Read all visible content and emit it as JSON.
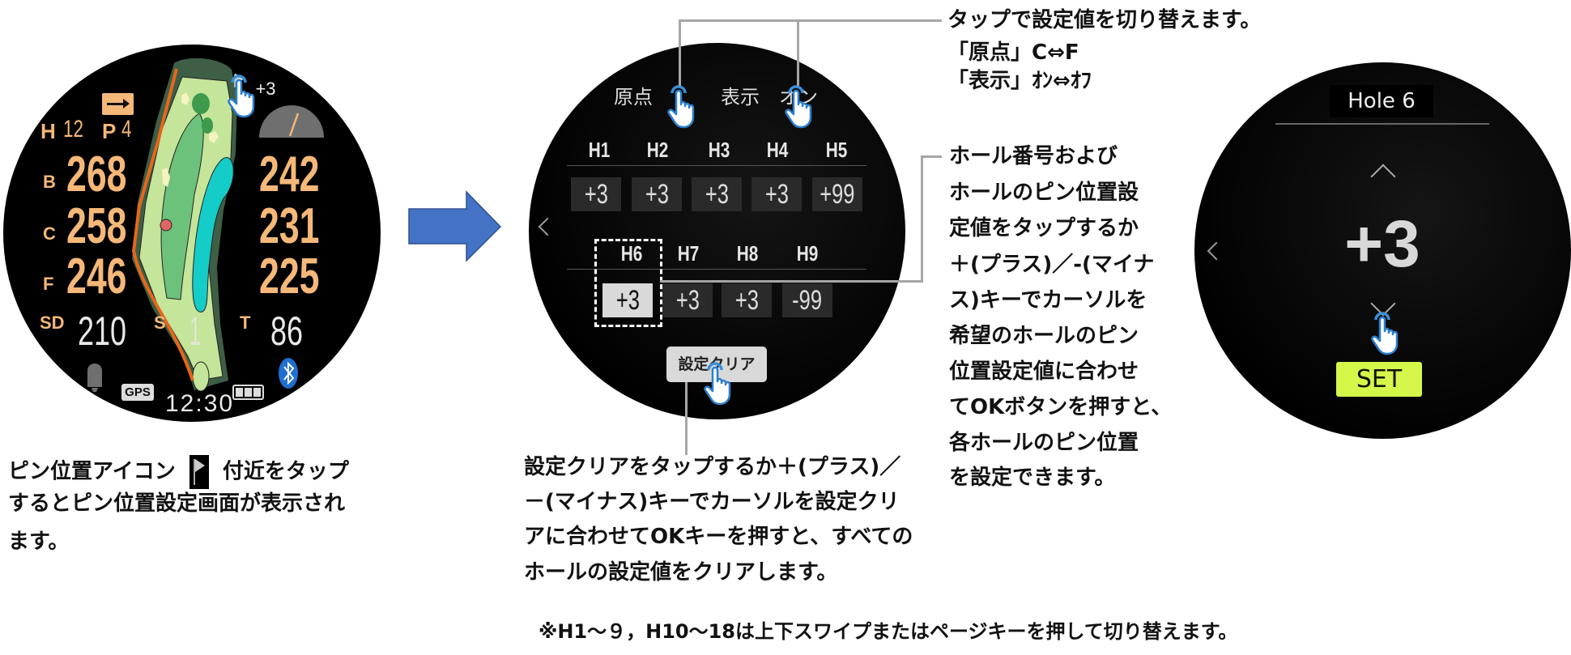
{
  "left_watch": {
    "hole_label": "H",
    "hole": "12",
    "par_label": "P",
    "par": "4",
    "flag_value": "+3",
    "rows": [
      {
        "label": "B",
        "left": "268",
        "right": "242"
      },
      {
        "label": "C",
        "left": "258",
        "right": "231"
      },
      {
        "label": "F",
        "left": "246",
        "right": "225"
      }
    ],
    "sd_label": "SD",
    "sd": "210",
    "s_label": "S",
    "s": "1",
    "t_label": "T",
    "t": "86",
    "gps": "GPS",
    "time": "12:30"
  },
  "middle_watch": {
    "origin_label": "原点",
    "display_label": "表示",
    "display_value": "オン",
    "row1": {
      "holes": [
        "H1",
        "H2",
        "H3",
        "H4",
        "H5"
      ],
      "values": [
        "+3",
        "+3",
        "+3",
        "+3",
        "+99"
      ]
    },
    "row2": {
      "holes": [
        "H6",
        "H7",
        "H8",
        "H9"
      ],
      "values": [
        "+3",
        "+3",
        "+3",
        "-99"
      ]
    },
    "selected_hole": "H6",
    "clear_button": "設定クリア"
  },
  "right_watch": {
    "hole_title": "Hole 6",
    "value": "+3",
    "set_button": "SET"
  },
  "captions": {
    "left_line1_a": "ピン位置アイコン",
    "left_line1_b": "付近をタップ",
    "left_lines": [
      "するとピン位置設定画面が表示され",
      "ます。"
    ],
    "middle_lines": [
      "設定クリアをタップするか＋(プラス)／",
      "－(マイナス)キーでカーソルを設定クリ",
      "アに合わせてOKキーを押すと、すべての",
      "ホールの設定値をクリアします。"
    ],
    "top_right_lines": [
      "タップで設定値を切り替えます。",
      "「原点」C⇔F",
      "「表示」ｵﾝ⇔ｵﾌ"
    ],
    "right_lines": [
      "ホール番号および",
      "ホールのピン位置設",
      "定値をタップするか",
      "＋(プラス)／-(マイナ",
      "ス)キーでカーソルを",
      "希望のホールのピン",
      "位置設定値に合わせ",
      "てOKボタンを押すと、",
      "各ホールのピン位置",
      "を設定できます。"
    ],
    "footnote": "※H1～９，H10～18は上下スワイプまたはページキーを押して切り替えます。"
  },
  "colors": {
    "accent_orange": "#f5b879",
    "arrow_blue": "#4472c4",
    "set_green": "#d4f74a",
    "bluetooth_blue": "#1f6fd1",
    "tap_blue": "#3a8fd6"
  }
}
